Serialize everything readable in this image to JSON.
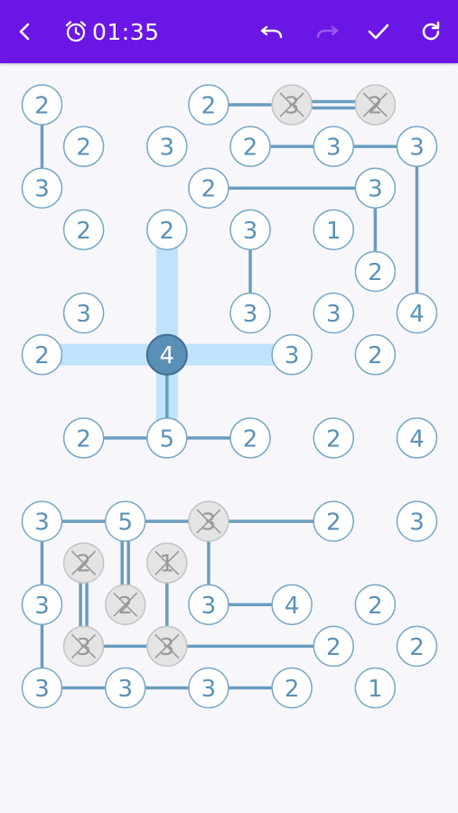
{
  "header": {
    "timer": "01:35",
    "buttons": [
      {
        "name": "back-button",
        "icon": "chevron-left-icon"
      },
      {
        "name": "undo-button",
        "icon": "undo-icon"
      },
      {
        "name": "redo-button",
        "icon": "redo-icon",
        "disabled": true
      },
      {
        "name": "check-button",
        "icon": "check-icon"
      },
      {
        "name": "restart-button",
        "icon": "refresh-icon"
      }
    ]
  },
  "colors": {
    "appbar": "#6a17e6",
    "bridge": "#6a9cbe",
    "node_border": "#7aa7c7",
    "node_text": "#5a91b7",
    "selected_fill": "#5b90b6",
    "highlight": "#bfe3fa",
    "completed_fill": "#e4e4e4",
    "completed_text": "#999999"
  },
  "puzzle": {
    "cell": 46.11,
    "nodes": [
      {
        "id": "a1",
        "col": 0,
        "row": 0,
        "value": "2"
      },
      {
        "id": "a2",
        "col": 4,
        "row": 0,
        "value": "2"
      },
      {
        "id": "a3",
        "col": 6,
        "row": 0,
        "value": "3",
        "state": "completed"
      },
      {
        "id": "a4",
        "col": 8,
        "row": 0,
        "value": "2",
        "state": "completed"
      },
      {
        "id": "b1",
        "col": 1,
        "row": 1,
        "value": "2"
      },
      {
        "id": "b2",
        "col": 3,
        "row": 1,
        "value": "3"
      },
      {
        "id": "b3",
        "col": 5,
        "row": 1,
        "value": "2"
      },
      {
        "id": "b4",
        "col": 7,
        "row": 1,
        "value": "3"
      },
      {
        "id": "b5",
        "col": 9,
        "row": 1,
        "value": "3"
      },
      {
        "id": "c1",
        "col": 0,
        "row": 2,
        "value": "3"
      },
      {
        "id": "c2",
        "col": 4,
        "row": 2,
        "value": "2"
      },
      {
        "id": "c3",
        "col": 8,
        "row": 2,
        "value": "3"
      },
      {
        "id": "d1",
        "col": 1,
        "row": 3,
        "value": "2"
      },
      {
        "id": "d2",
        "col": 3,
        "row": 3,
        "value": "2"
      },
      {
        "id": "d3",
        "col": 5,
        "row": 3,
        "value": "3"
      },
      {
        "id": "d4",
        "col": 7,
        "row": 3,
        "value": "1"
      },
      {
        "id": "e1",
        "col": 8,
        "row": 4,
        "value": "2"
      },
      {
        "id": "f1",
        "col": 1,
        "row": 5,
        "value": "3"
      },
      {
        "id": "f2",
        "col": 5,
        "row": 5,
        "value": "3"
      },
      {
        "id": "f3",
        "col": 7,
        "row": 5,
        "value": "3"
      },
      {
        "id": "f4",
        "col": 9,
        "row": 5,
        "value": "4"
      },
      {
        "id": "g1",
        "col": 0,
        "row": 6,
        "value": "2"
      },
      {
        "id": "g2",
        "col": 3,
        "row": 6,
        "value": "4",
        "state": "selected"
      },
      {
        "id": "g3",
        "col": 6,
        "row": 6,
        "value": "3"
      },
      {
        "id": "g4",
        "col": 8,
        "row": 6,
        "value": "2"
      },
      {
        "id": "h1",
        "col": 1,
        "row": 8,
        "value": "2"
      },
      {
        "id": "h2",
        "col": 3,
        "row": 8,
        "value": "5"
      },
      {
        "id": "h3",
        "col": 5,
        "row": 8,
        "value": "2"
      },
      {
        "id": "h4",
        "col": 7,
        "row": 8,
        "value": "2"
      },
      {
        "id": "h5",
        "col": 9,
        "row": 8,
        "value": "4"
      },
      {
        "id": "i1",
        "col": 0,
        "row": 10,
        "value": "3"
      },
      {
        "id": "i2",
        "col": 2,
        "row": 10,
        "value": "5"
      },
      {
        "id": "i3",
        "col": 4,
        "row": 10,
        "value": "3",
        "state": "completed"
      },
      {
        "id": "i4",
        "col": 7,
        "row": 10,
        "value": "2"
      },
      {
        "id": "i5",
        "col": 9,
        "row": 10,
        "value": "3"
      },
      {
        "id": "j1",
        "col": 1,
        "row": 11,
        "value": "2",
        "state": "completed"
      },
      {
        "id": "j2",
        "col": 3,
        "row": 11,
        "value": "1",
        "state": "completed"
      },
      {
        "id": "k1",
        "col": 0,
        "row": 12,
        "value": "3"
      },
      {
        "id": "k2",
        "col": 2,
        "row": 12,
        "value": "2",
        "state": "completed"
      },
      {
        "id": "k3",
        "col": 4,
        "row": 12,
        "value": "3"
      },
      {
        "id": "k4",
        "col": 6,
        "row": 12,
        "value": "4"
      },
      {
        "id": "k5",
        "col": 8,
        "row": 12,
        "value": "2"
      },
      {
        "id": "l1",
        "col": 1,
        "row": 13,
        "value": "3",
        "state": "completed"
      },
      {
        "id": "l2",
        "col": 3,
        "row": 13,
        "value": "3",
        "state": "completed"
      },
      {
        "id": "l3",
        "col": 7,
        "row": 13,
        "value": "2"
      },
      {
        "id": "l4",
        "col": 9,
        "row": 13,
        "value": "2"
      },
      {
        "id": "m1",
        "col": 0,
        "row": 14,
        "value": "3"
      },
      {
        "id": "m2",
        "col": 2,
        "row": 14,
        "value": "3"
      },
      {
        "id": "m3",
        "col": 4,
        "row": 14,
        "value": "3"
      },
      {
        "id": "m4",
        "col": 6,
        "row": 14,
        "value": "2"
      },
      {
        "id": "m5",
        "col": 8,
        "row": 14,
        "value": "1"
      }
    ],
    "bridges": [
      {
        "from": "a2",
        "to": "a3",
        "count": 1
      },
      {
        "from": "a3",
        "to": "a4",
        "count": 2
      },
      {
        "from": "a1",
        "to": "c1",
        "count": 1
      },
      {
        "from": "b3",
        "to": "b4",
        "count": 1
      },
      {
        "from": "b4",
        "to": "b5",
        "count": 1
      },
      {
        "from": "b5",
        "to": "f4",
        "count": 1
      },
      {
        "from": "c2",
        "to": "c3",
        "count": 1
      },
      {
        "from": "c3",
        "to": "e1",
        "count": 1
      },
      {
        "from": "d3",
        "to": "f2",
        "count": 1
      },
      {
        "from": "g2",
        "to": "h2",
        "count": 1
      },
      {
        "from": "h1",
        "to": "h2",
        "count": 1
      },
      {
        "from": "h2",
        "to": "h3",
        "count": 1
      },
      {
        "from": "i1",
        "to": "i2",
        "count": 1
      },
      {
        "from": "i2",
        "to": "i3",
        "count": 1
      },
      {
        "from": "i3",
        "to": "i4",
        "count": 1
      },
      {
        "from": "i2",
        "to": "k2",
        "count": 2
      },
      {
        "from": "i3",
        "to": "k3",
        "count": 1
      },
      {
        "from": "i1",
        "to": "k1",
        "count": 1
      },
      {
        "from": "k1",
        "to": "m1",
        "count": 1
      },
      {
        "from": "j1",
        "to": "l1",
        "count": 2
      },
      {
        "from": "j2",
        "to": "l2",
        "count": 1
      },
      {
        "from": "k3",
        "to": "k4",
        "count": 1
      },
      {
        "from": "l1",
        "to": "l2",
        "count": 1
      },
      {
        "from": "l2",
        "to": "l3",
        "count": 1
      },
      {
        "from": "m1",
        "to": "m2",
        "count": 1
      },
      {
        "from": "m2",
        "to": "m3",
        "count": 1
      },
      {
        "from": "m3",
        "to": "m4",
        "count": 1
      }
    ],
    "highlights": [
      {
        "from": "g2",
        "to": "d2"
      },
      {
        "from": "g2",
        "to": "g1"
      },
      {
        "from": "g2",
        "to": "g3"
      },
      {
        "from": "g2",
        "to": "h2"
      }
    ]
  }
}
